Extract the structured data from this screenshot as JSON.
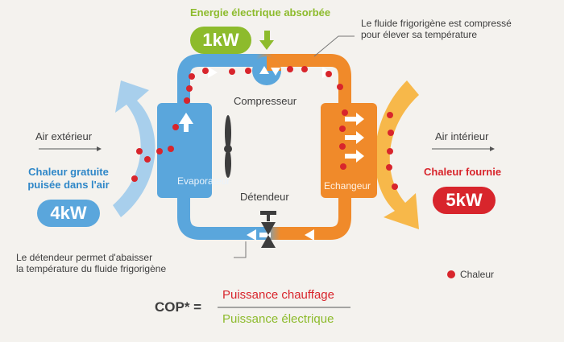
{
  "labels": {
    "energy_title": "Energie électrique absorbée",
    "energy_value": "1kW",
    "compressor": "Compresseur",
    "compress_note_l1": "Le fluide frigorigène est compressé",
    "compress_note_l2": "pour élever sa température",
    "air_ext": "Air extérieur",
    "free_heat_l1": "Chaleur gratuite",
    "free_heat_l2": "puisée dans l'air",
    "free_value": "4kW",
    "evaporator": "Evaporateur",
    "exchanger": "Echangeur",
    "expander": "Détendeur",
    "air_int": "Air intérieur",
    "heat_out": "Chaleur fournie",
    "heat_value": "5kW",
    "expander_note_l1": "Le détendeur permet d'abaisser",
    "expander_note_l2": "la température du fluide frigorigène",
    "legend_heat": "Chaleur",
    "cop": "COP* =",
    "cop_num": "Puissance chauffage",
    "cop_den": "Puissance électrique"
  },
  "colors": {
    "blue": "#5aa6dc",
    "light_blue": "#a8cfec",
    "orange": "#f08a2a",
    "light_orange": "#f7b84a",
    "green": "#8dbb2c",
    "red": "#d8252c"
  }
}
